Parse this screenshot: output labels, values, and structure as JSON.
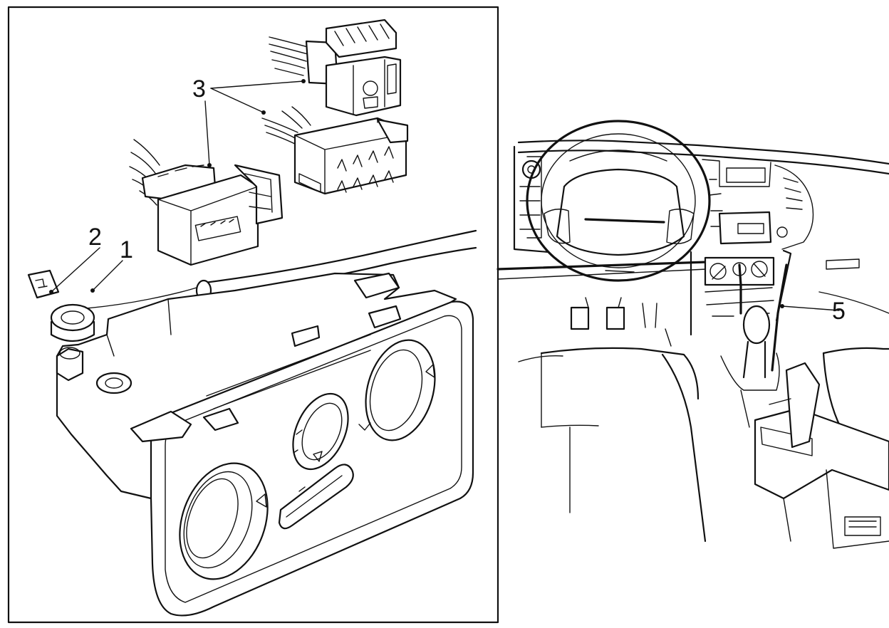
{
  "figure": {
    "callouts": {
      "c1": "1",
      "c2": "2",
      "c3": "3",
      "c5": "5"
    }
  }
}
